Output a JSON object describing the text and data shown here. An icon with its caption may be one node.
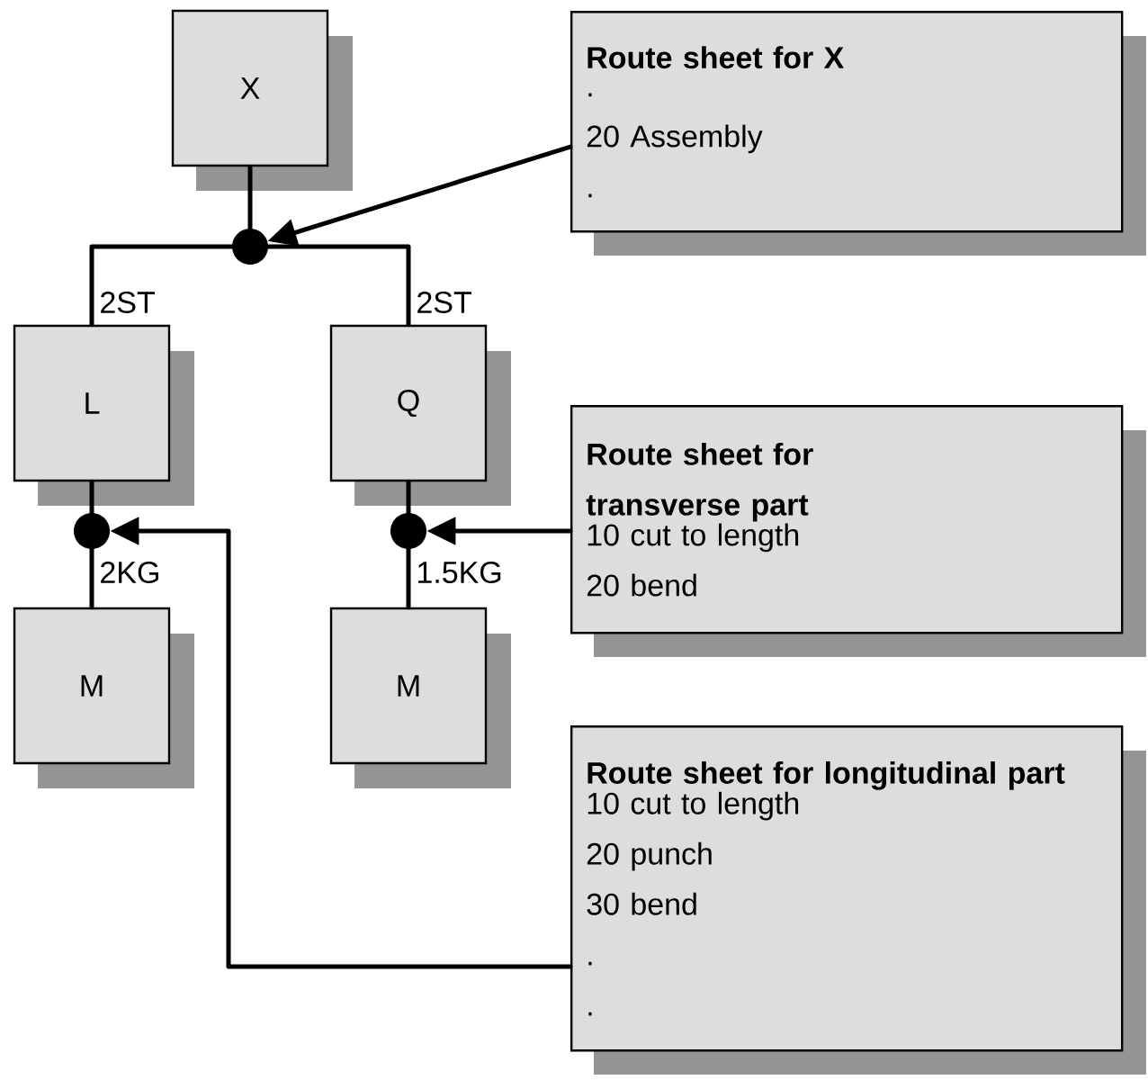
{
  "diagram": {
    "nodes": [
      {
        "text": [
          "X"
        ]
      },
      {
        "text": [
          "Route sheet for X",
          ".",
          "20 Assembly",
          "."
        ]
      },
      {
        "text": [],
        "shape": "circle"
      },
      {
        "text": [
          "L"
        ]
      },
      {
        "text": [
          "Q"
        ]
      },
      {
        "text": [
          "Route sheet for transverse part",
          "10 cut to length",
          "20 bend"
        ]
      },
      {
        "text": [],
        "shape": "circle"
      },
      {
        "text": [],
        "shape": "circle"
      },
      {
        "text": [
          "M"
        ]
      },
      {
        "text": [
          "M"
        ]
      },
      {
        "text": [
          "Route sheet for longitudinal part",
          "10 cut to length",
          "20 punch",
          "30 bend",
          ".",
          "."
        ]
      }
    ],
    "edges": [
      {
        "from": 0,
        "to": 2,
        "arrow": "none"
      },
      {
        "from": 2,
        "to": 3,
        "arrow": "none",
        "label": "2ST"
      },
      {
        "from": 2,
        "to": 4,
        "arrow": "none",
        "label": "2ST"
      },
      {
        "from": 1,
        "to": 2,
        "arrow": "to"
      },
      {
        "from": 3,
        "to": 6,
        "arrow": "none"
      },
      {
        "from": 6,
        "to": 8,
        "arrow": "none",
        "label": "2KG"
      },
      {
        "from": 4,
        "to": 7,
        "arrow": "none"
      },
      {
        "from": 7,
        "to": 9,
        "arrow": "none",
        "label": "1.5KG"
      },
      {
        "from": 5,
        "to": 7,
        "arrow": "to"
      },
      {
        "from": 10,
        "to": 6,
        "arrow": "to"
      }
    ]
  }
}
